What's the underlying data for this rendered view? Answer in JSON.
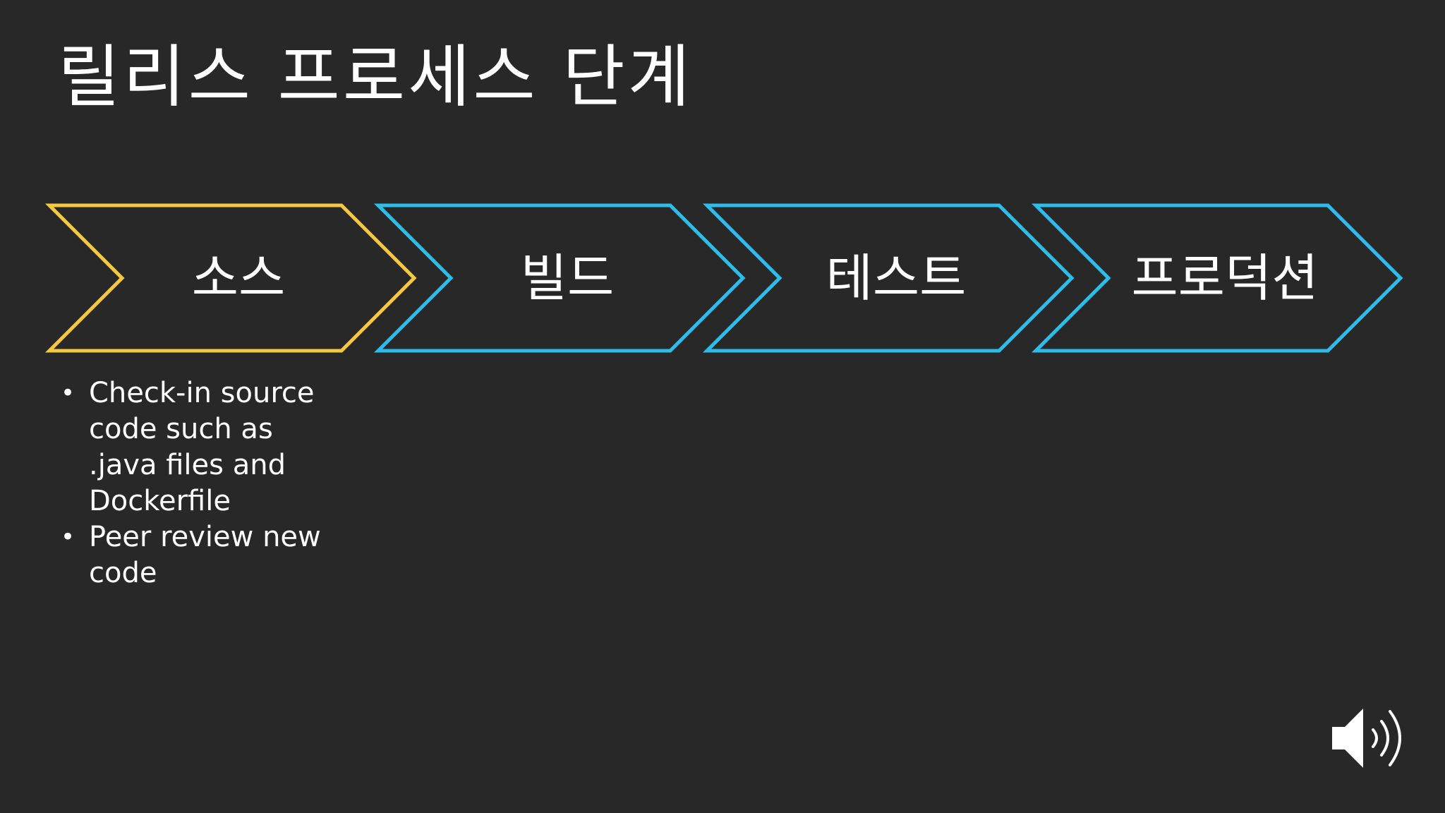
{
  "slide": {
    "title": "릴리스 프로세스 단계",
    "stages": [
      {
        "label": "소스",
        "color": "#F5C842",
        "active": true
      },
      {
        "label": "빌드",
        "color": "#2EBDEB",
        "active": false
      },
      {
        "label": "테스트",
        "color": "#2EBDEB",
        "active": false
      },
      {
        "label": "프로덕션",
        "color": "#2EBDEB",
        "active": false
      }
    ],
    "bullets": [
      "Check-in source code such as .java files and Dockerfile",
      "Peer review new code"
    ],
    "audio_icon": "speaker-icon"
  }
}
